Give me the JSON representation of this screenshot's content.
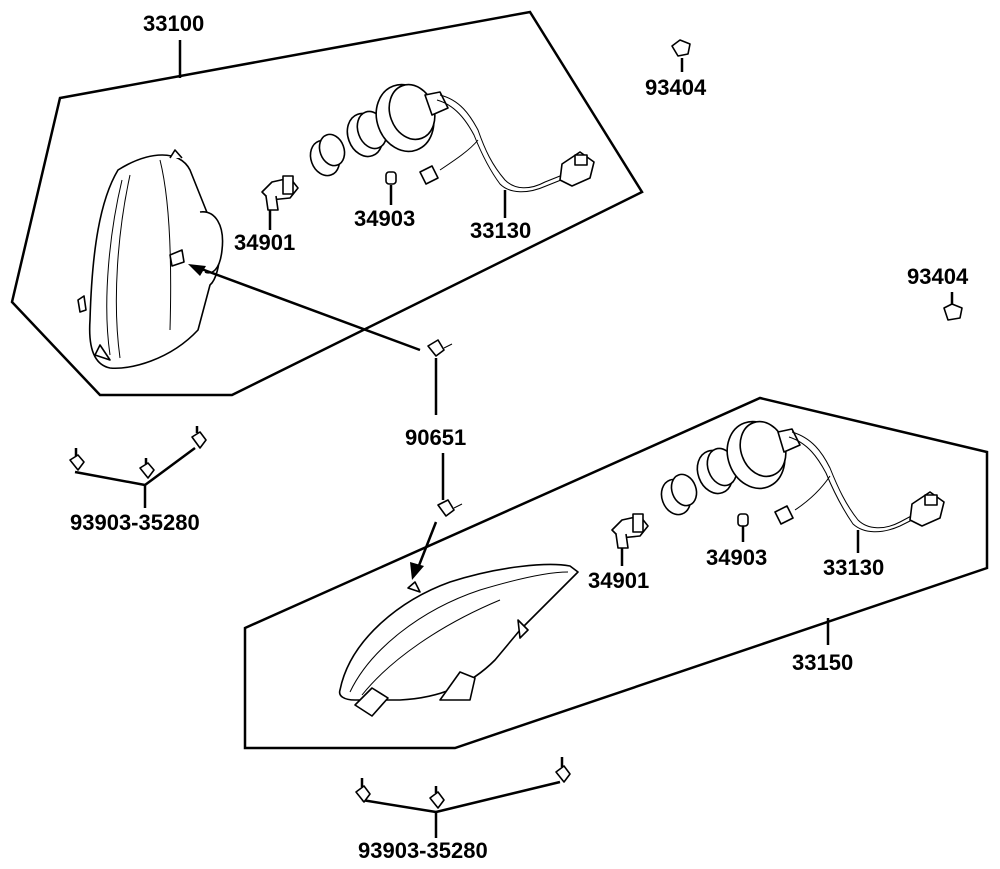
{
  "labels": {
    "headlight_assembly": "33100",
    "bulb_upper": "34901",
    "small_bulb_upper": "34903",
    "socket_upper": "33130",
    "clip_upper": "93404",
    "clip_right": "93404",
    "bolt": "90651",
    "screws_left": "93903-35280",
    "bulb_lower": "34901",
    "small_bulb_lower": "34903",
    "socket_lower": "33130",
    "headlight_assembly_lower": "33150",
    "screws_bottom": "93903-35280"
  },
  "colors": {
    "ink": "#000000",
    "paper": "#ffffff"
  }
}
